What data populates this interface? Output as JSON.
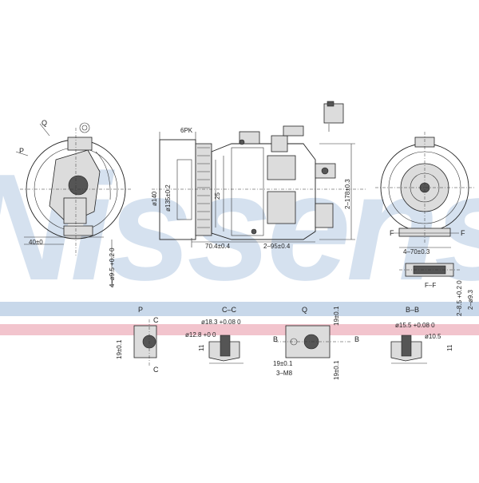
{
  "watermark": {
    "text": "Nissens",
    "color": "#c8d8ea"
  },
  "bands": {
    "upper_color": "#c8d8ea",
    "lower_color": "#f2c4cd"
  },
  "side_view": {
    "pulley_label": "6PK",
    "dims": {
      "d140": "ø140",
      "d135": "ø135±0.2",
      "d25": "25",
      "w70": "70.4±0.4",
      "w95": "2–95±0.4",
      "h178": "2–178±0.3"
    }
  },
  "left_view": {
    "labels": {
      "q": "Q",
      "p": "P"
    },
    "dims": {
      "angle": "40±0",
      "hole": "4–ø9.5 +0.2 0"
    }
  },
  "right_view": {
    "labels": {
      "f_left": "F",
      "f_right": "F"
    },
    "dims": {
      "w70": "4–70±0.3",
      "h85": "2–8.5 +0.2 0",
      "d93": "2–ø9.3"
    },
    "section_label": "F–F"
  },
  "sections": {
    "p": {
      "title": "P",
      "cut": "C",
      "dim_19": "19±0.1"
    },
    "cc": {
      "title": "C–C",
      "dia1": "ø18.3 +0.08 0",
      "dia2": "ø12.8 +0 0",
      "dim_11": "11"
    },
    "q": {
      "title": "Q",
      "cut": "B",
      "dim_19a": "19±0.1",
      "dim_19b": "19±0.1",
      "thread": "3–M8",
      "dim_19c": "19±0.1"
    },
    "bb": {
      "title": "B–B",
      "dia1": "ø15.5 +0.08 0",
      "dia2": "ø10.5",
      "dim_11": "11"
    }
  }
}
